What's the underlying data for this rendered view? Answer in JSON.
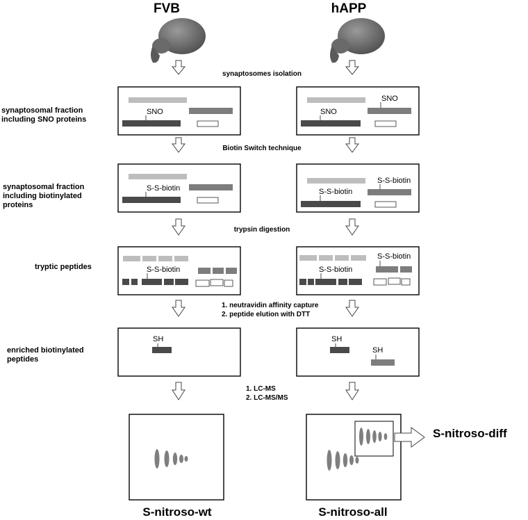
{
  "columns": {
    "left_title": "FVB",
    "right_title": "hAPP"
  },
  "steps": {
    "s1": "synaptosomes isolation",
    "s2": "Biotin Switch technique",
    "s3": "trypsin digestion",
    "s4_line1": "1. neutravidin affinity capture",
    "s4_line2": "2. peptide elution with DTT",
    "s5_line1": "1. LC-MS",
    "s5_line2": "2. LC-MS/MS"
  },
  "row_labels": {
    "r1_line1": "synaptosomal fraction",
    "r1_line2": "including SNO proteins",
    "r2_line1": "synaptosomal fraction",
    "r2_line2": "including biotinylated",
    "r2_line3": "proteins",
    "r3": "tryptic peptides",
    "r4_line1": "enriched biotinylated",
    "r4_line2": "peptides"
  },
  "mod_labels": {
    "sno": "SNO",
    "ssbiotin": "S-S-biotin",
    "sh": "SH"
  },
  "results": {
    "wt": "S-nitroso-wt",
    "all": "S-nitroso-all",
    "diff": "S-nitroso-diff"
  },
  "colors": {
    "light_bar": "#bdbdbd",
    "mid_bar": "#7d7d7d",
    "dark_bar": "#4a4a4a",
    "brain": "#6f6f6f"
  }
}
